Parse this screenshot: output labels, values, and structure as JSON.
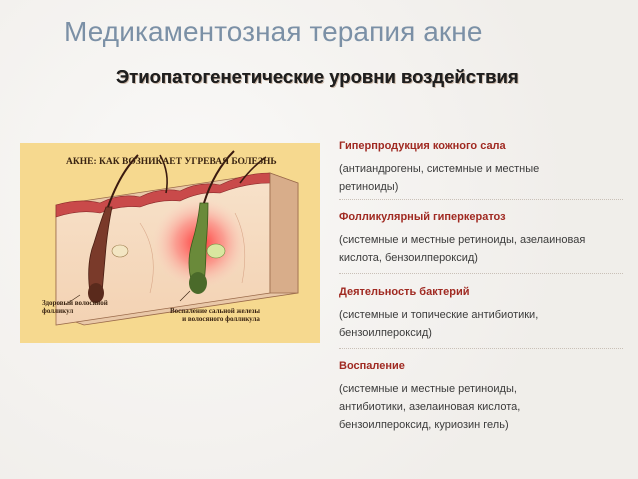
{
  "slide": {
    "title": "Медикаментозная терапия акне",
    "subtitle": "Этиопатогенетические уровни воздействия"
  },
  "illustration": {
    "caption": "АКНЕ: КАК ВОЗНИКАЕТ УГРЕВАЯ БОЛЕЗНЬ",
    "label_left_1": "Здоровый волосяной",
    "label_left_2": "фолликул",
    "label_right_1": "Воспаление сальной железы",
    "label_right_2": "и волосяного фолликула"
  },
  "levels": [
    {
      "heading": "Гиперпродукция кожного сала",
      "desc_lines": [
        "(антиандрогены, системные и местные",
        "ретиноиды)"
      ]
    },
    {
      "heading": "Фолликулярный гиперкератоз",
      "desc_lines": [
        "(системные и местные ретиноиды, азелаиновая",
        "кислота, бензоилпероксид)"
      ]
    },
    {
      "heading": "Деятельность бактерий",
      "desc_lines": [
        "(системные и топические антибиотики,",
        "бензоилпероксид)"
      ]
    },
    {
      "heading": "Воспаление",
      "desc_lines": [
        "(системные и местные ретиноиды,",
        "антибиотики, азелаиновая кислота,",
        "бензоилпероксид, куриозин гель)"
      ]
    }
  ],
  "colors": {
    "title": "#7b90a6",
    "heading": "#a02a22",
    "illustration_bg": "#f6d98f"
  }
}
